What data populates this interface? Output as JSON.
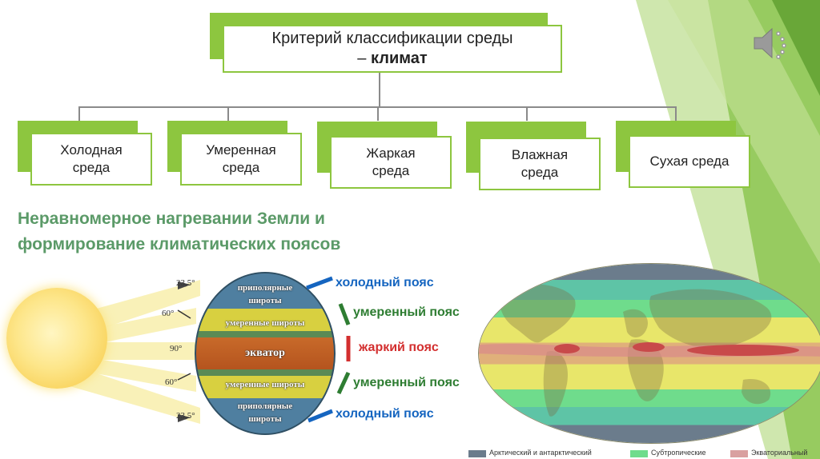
{
  "criterion": {
    "line1": "Критерий классификации среды",
    "line2_prefix": "– ",
    "line2_bold": "климат"
  },
  "categories": [
    "Холодная\nсреда",
    "Умеренная\nсреда",
    "Жаркая\nсреда",
    "Влажная\nсреда",
    "Сухая среда"
  ],
  "heading": {
    "line1": "Неравномерное нагревании Земли и",
    "line2": "формирование климатических поясов"
  },
  "angles": [
    "23,5°",
    "60°",
    "90°",
    "60°",
    "23,5°"
  ],
  "globe_bands": {
    "polar_top": "приполярные\nширoты",
    "temperate_top": "умеренные широты",
    "equator": "экватор",
    "temperate_bottom": "умеренные широты",
    "polar_bottom": "приполярные\nширoты"
  },
  "zones": [
    {
      "label": "холодный пояс",
      "color": "#1565c0"
    },
    {
      "label": "умеренный пояс",
      "color": "#2e7d32"
    },
    {
      "label": "жаркий пояс",
      "color": "#d32f2f"
    },
    {
      "label": "умеренный пояс",
      "color": "#2e7d32"
    },
    {
      "label": "холодный пояс",
      "color": "#1565c0"
    }
  ],
  "legend": [
    {
      "label": "Арктический и антарктический",
      "color": "#6b7c8c"
    },
    {
      "label": "Субтропические",
      "color": "#6fdc8c"
    },
    {
      "label": "Экваториальный",
      "color": "#d9a0a0"
    }
  ],
  "colors": {
    "accent_green": "#8dc63f",
    "heading_green": "#5b9a68"
  },
  "icons": [
    "speaker-icon"
  ]
}
